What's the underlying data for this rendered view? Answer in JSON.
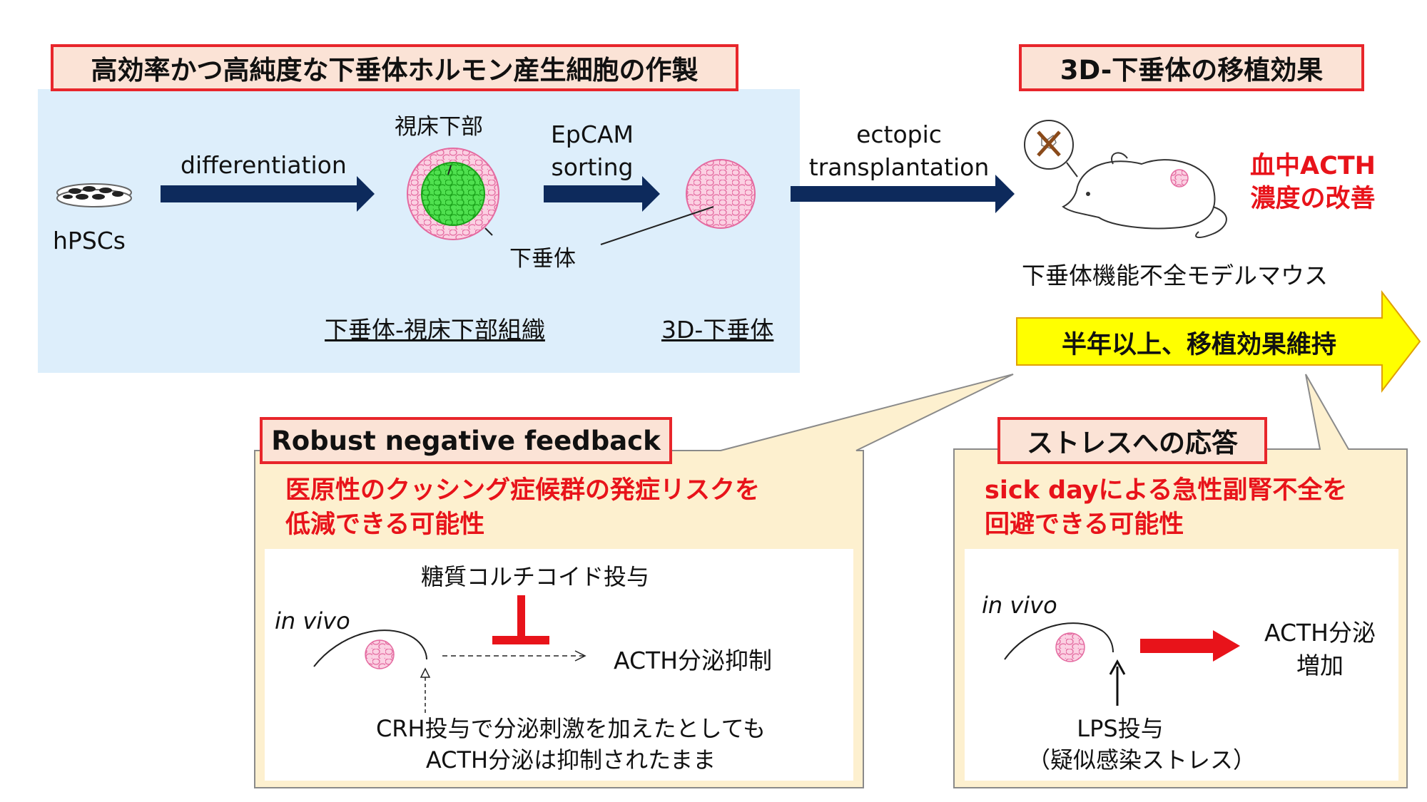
{
  "top_left": {
    "title": "高効率かつ高純度な下垂体ホルモン産生細胞の作製",
    "hpscs": "hPSCs",
    "differentiation": "differentiation",
    "hypothalamus": "視床下部",
    "pituitary": "下垂体",
    "epcam_1": "EpCAM",
    "epcam_2": "sorting",
    "tissue_label": "下垂体-視床下部組織",
    "pituitary3d_label": "3D-下垂体"
  },
  "top_right": {
    "title": "3D-下垂体の移植効果",
    "ectopic_1": "ectopic",
    "ectopic_2": "transplantation",
    "acth_1": "血中ACTH",
    "acth_2": "濃度の改善",
    "mouse_label": "下垂体機能不全モデルマウス",
    "arrow_text": "半年以上、移植効果維持"
  },
  "bottom_left": {
    "title": "Robust negative feedback",
    "red_1": "医原性のクッシング症候群の発症リスクを",
    "red_2": "低減できる可能性",
    "glucocorticoid": "糖質コルチコイド投与",
    "in_vivo": "in vivo",
    "acth_suppress": "ACTH分泌抑制",
    "crh_1": "CRH投与で分泌刺激を加えたとしても",
    "crh_2": "ACTH分泌は抑制されたまま"
  },
  "bottom_right": {
    "title": "ストレスへの応答",
    "red_1": "sick dayによる急性副腎不全を",
    "red_2": "回避できる可能性",
    "in_vivo": "in vivo",
    "acth_1": "ACTH分泌",
    "acth_2": "増加",
    "lps_1": "LPS投与",
    "lps_2": "（疑似感染ストレス）"
  },
  "colors": {
    "panel_blue": "#ddeefb",
    "callout_bg": "#fdf0cf",
    "title_bg": "#fbe3d6",
    "red": "#e8131a",
    "navy_arrow": "#0d2a5c",
    "yellow_arrow": "#ffff00",
    "green_cells": "#3dd63d",
    "pink_cells": "#f8b9d4"
  }
}
